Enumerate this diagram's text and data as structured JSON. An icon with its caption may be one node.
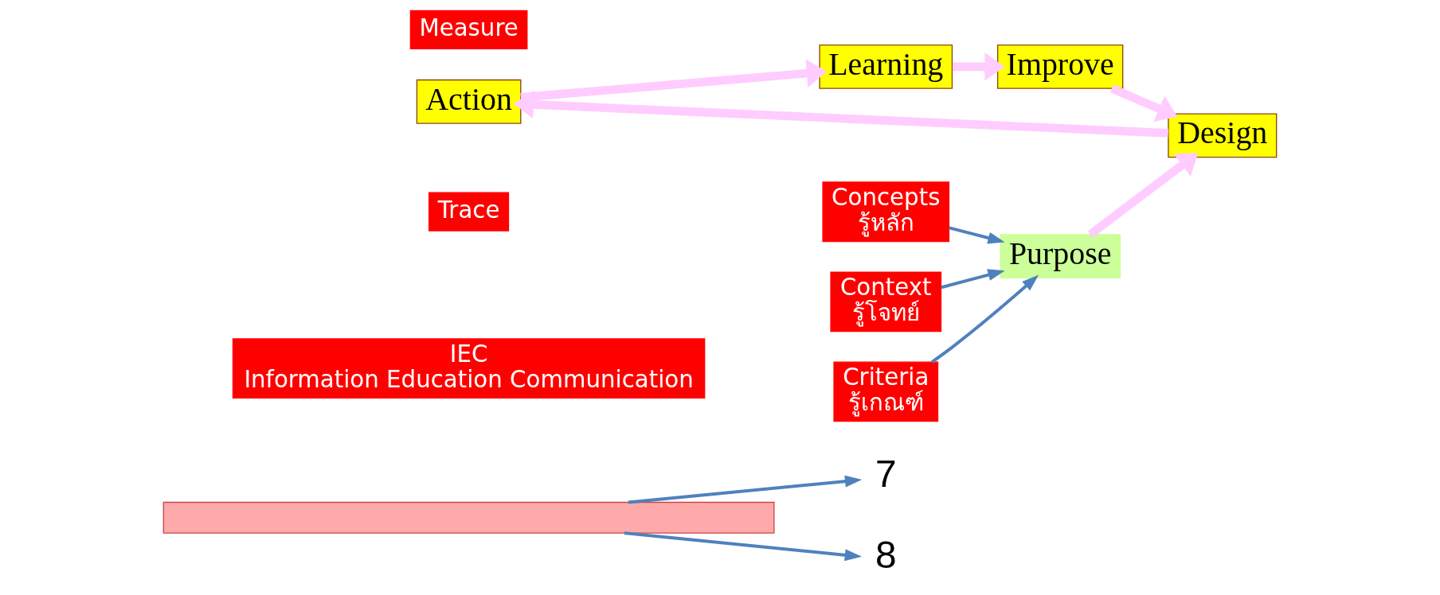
{
  "diagram": {
    "nodes": [
      {
        "text": [],
        "shape": "box"
      },
      {
        "text": [
          "7"
        ]
      },
      {
        "text": [
          "8"
        ]
      },
      {
        "text": [
          "IEC",
          "Information Education Communication"
        ]
      },
      {
        "text": [
          "Trace"
        ]
      },
      {
        "text": [
          "Action"
        ]
      },
      {
        "text": [
          "Measure"
        ]
      },
      {
        "text": [
          "Concepts",
          "รู้หลัก"
        ]
      },
      {
        "text": [
          "Context",
          "รู้โจทย์"
        ]
      },
      {
        "text": [
          "Purpose"
        ]
      },
      {
        "text": [
          "Design"
        ]
      },
      {
        "text": [
          "Learning"
        ]
      },
      {
        "text": [
          "Criteria",
          "รู้เกณฑ์"
        ]
      },
      {
        "text": [
          "Improve"
        ]
      }
    ],
    "edges": [
      {
        "from": 0,
        "to": 1,
        "arrow": "to"
      },
      {
        "from": 0,
        "to": 2,
        "arrow": "to"
      },
      {
        "from": 7,
        "to": 9,
        "arrow": "to"
      },
      {
        "from": 8,
        "to": 9,
        "arrow": "to"
      },
      {
        "from": 12,
        "to": 9,
        "arrow": "to"
      },
      {
        "from": 9,
        "to": 10,
        "arrow": "to",
        "style": "thick",
        "color": "#ffccff"
      },
      {
        "from": 10,
        "to": 5,
        "arrow": "to",
        "style": "thick",
        "color": "#ffccff"
      },
      {
        "from": 5,
        "to": 11,
        "arrow": "to",
        "style": "thick",
        "color": "#ffccff"
      },
      {
        "from": 11,
        "to": 13,
        "arrow": "to",
        "style": "thick",
        "color": "#ffccff"
      },
      {
        "from": 13,
        "to": 10,
        "arrow": "to",
        "style": "thick",
        "color": "#ffccff"
      }
    ]
  }
}
